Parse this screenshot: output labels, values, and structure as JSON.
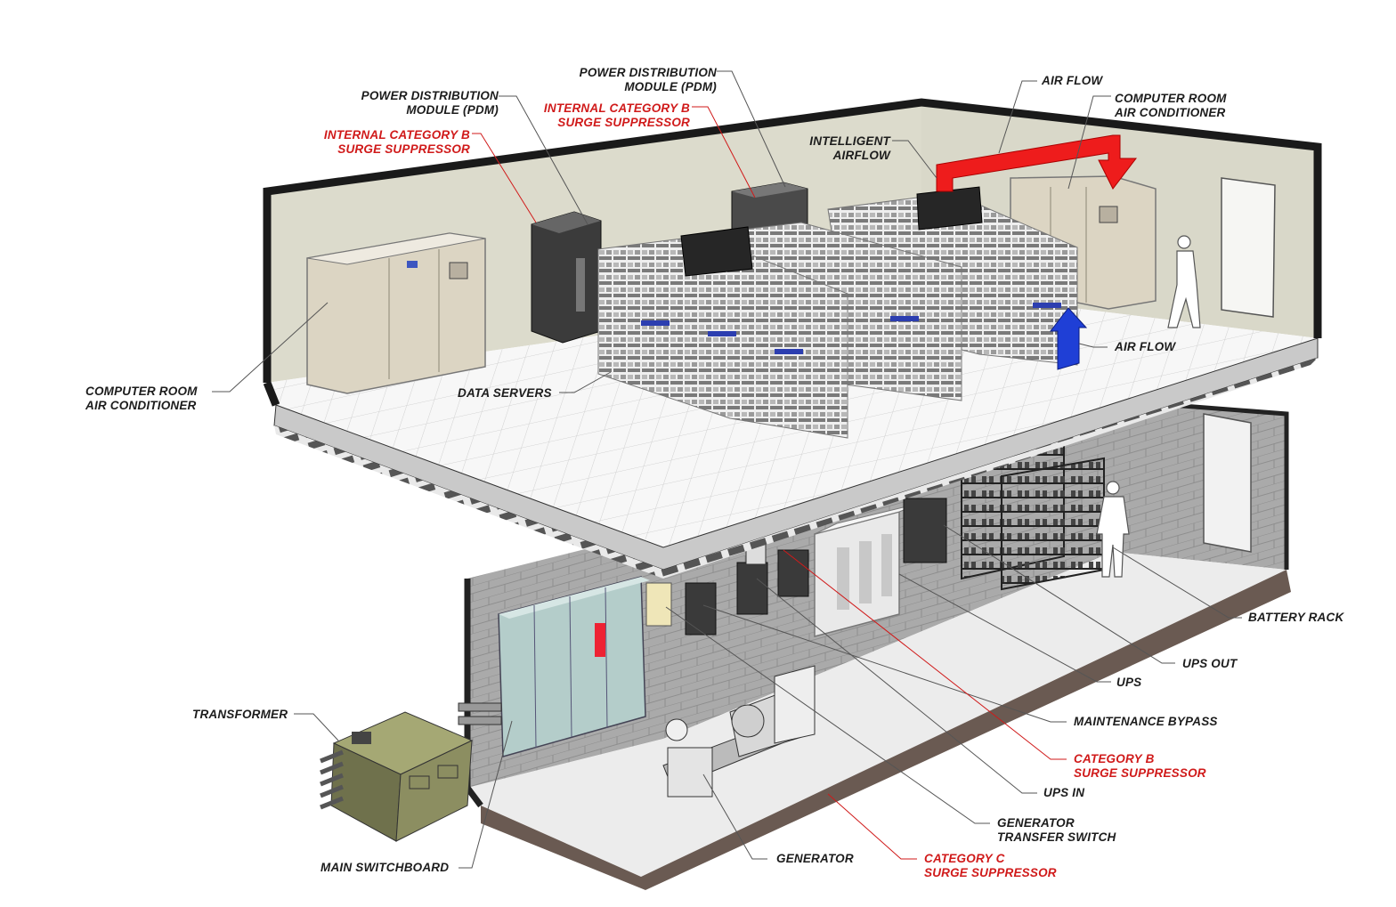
{
  "colors": {
    "label_black": "#1c1c1c",
    "label_red": "#d01a1a",
    "airflow_red": "#ee1c1c",
    "airflow_blue": "#1f3fd6",
    "wall": "#dcdbcc",
    "floor": "#f6f6f6",
    "block_wall": "#a9a9a9",
    "transformer": "#8c8e61",
    "switchboard": "#b4cdca"
  },
  "labels": {
    "pdm_left": [
      "POWER DISTRIBUTION",
      "MODULE (PDM)"
    ],
    "surge_b_internal_left": [
      "INTERNAL CATEGORY B",
      "SURGE SUPPRESSOR"
    ],
    "pdm_center": [
      "POWER DISTRIBUTION",
      "MODULE (PDM)"
    ],
    "surge_b_internal_center": [
      "INTERNAL CATEGORY B",
      "SURGE SUPPRESSOR"
    ],
    "intelligent_airflow": [
      "INTELLIGENT",
      "AIRFLOW"
    ],
    "air_flow_top": "AIR FLOW",
    "crac_right": [
      "COMPUTER ROOM",
      "AIR CONDITIONER"
    ],
    "crac_left": [
      "COMPUTER ROOM",
      "AIR CONDITIONER"
    ],
    "data_servers": "DATA SERVERS",
    "air_flow_side": "AIR FLOW",
    "battery_rack": "BATTERY RACK",
    "ups_out": "UPS OUT",
    "ups": "UPS",
    "maintenance_bypass": "MAINTENANCE BYPASS",
    "category_b": [
      "CATEGORY B",
      "SURGE SUPPRESSOR"
    ],
    "ups_in": "UPS IN",
    "generator_transfer_switch": [
      "GENERATOR",
      "TRANSFER SWITCH"
    ],
    "category_c": [
      "CATEGORY C",
      "SURGE SUPPRESSOR"
    ],
    "generator": "GENERATOR",
    "transformer": "TRANSFORMER",
    "main_switchboard": "MAIN SWITCHBOARD"
  }
}
